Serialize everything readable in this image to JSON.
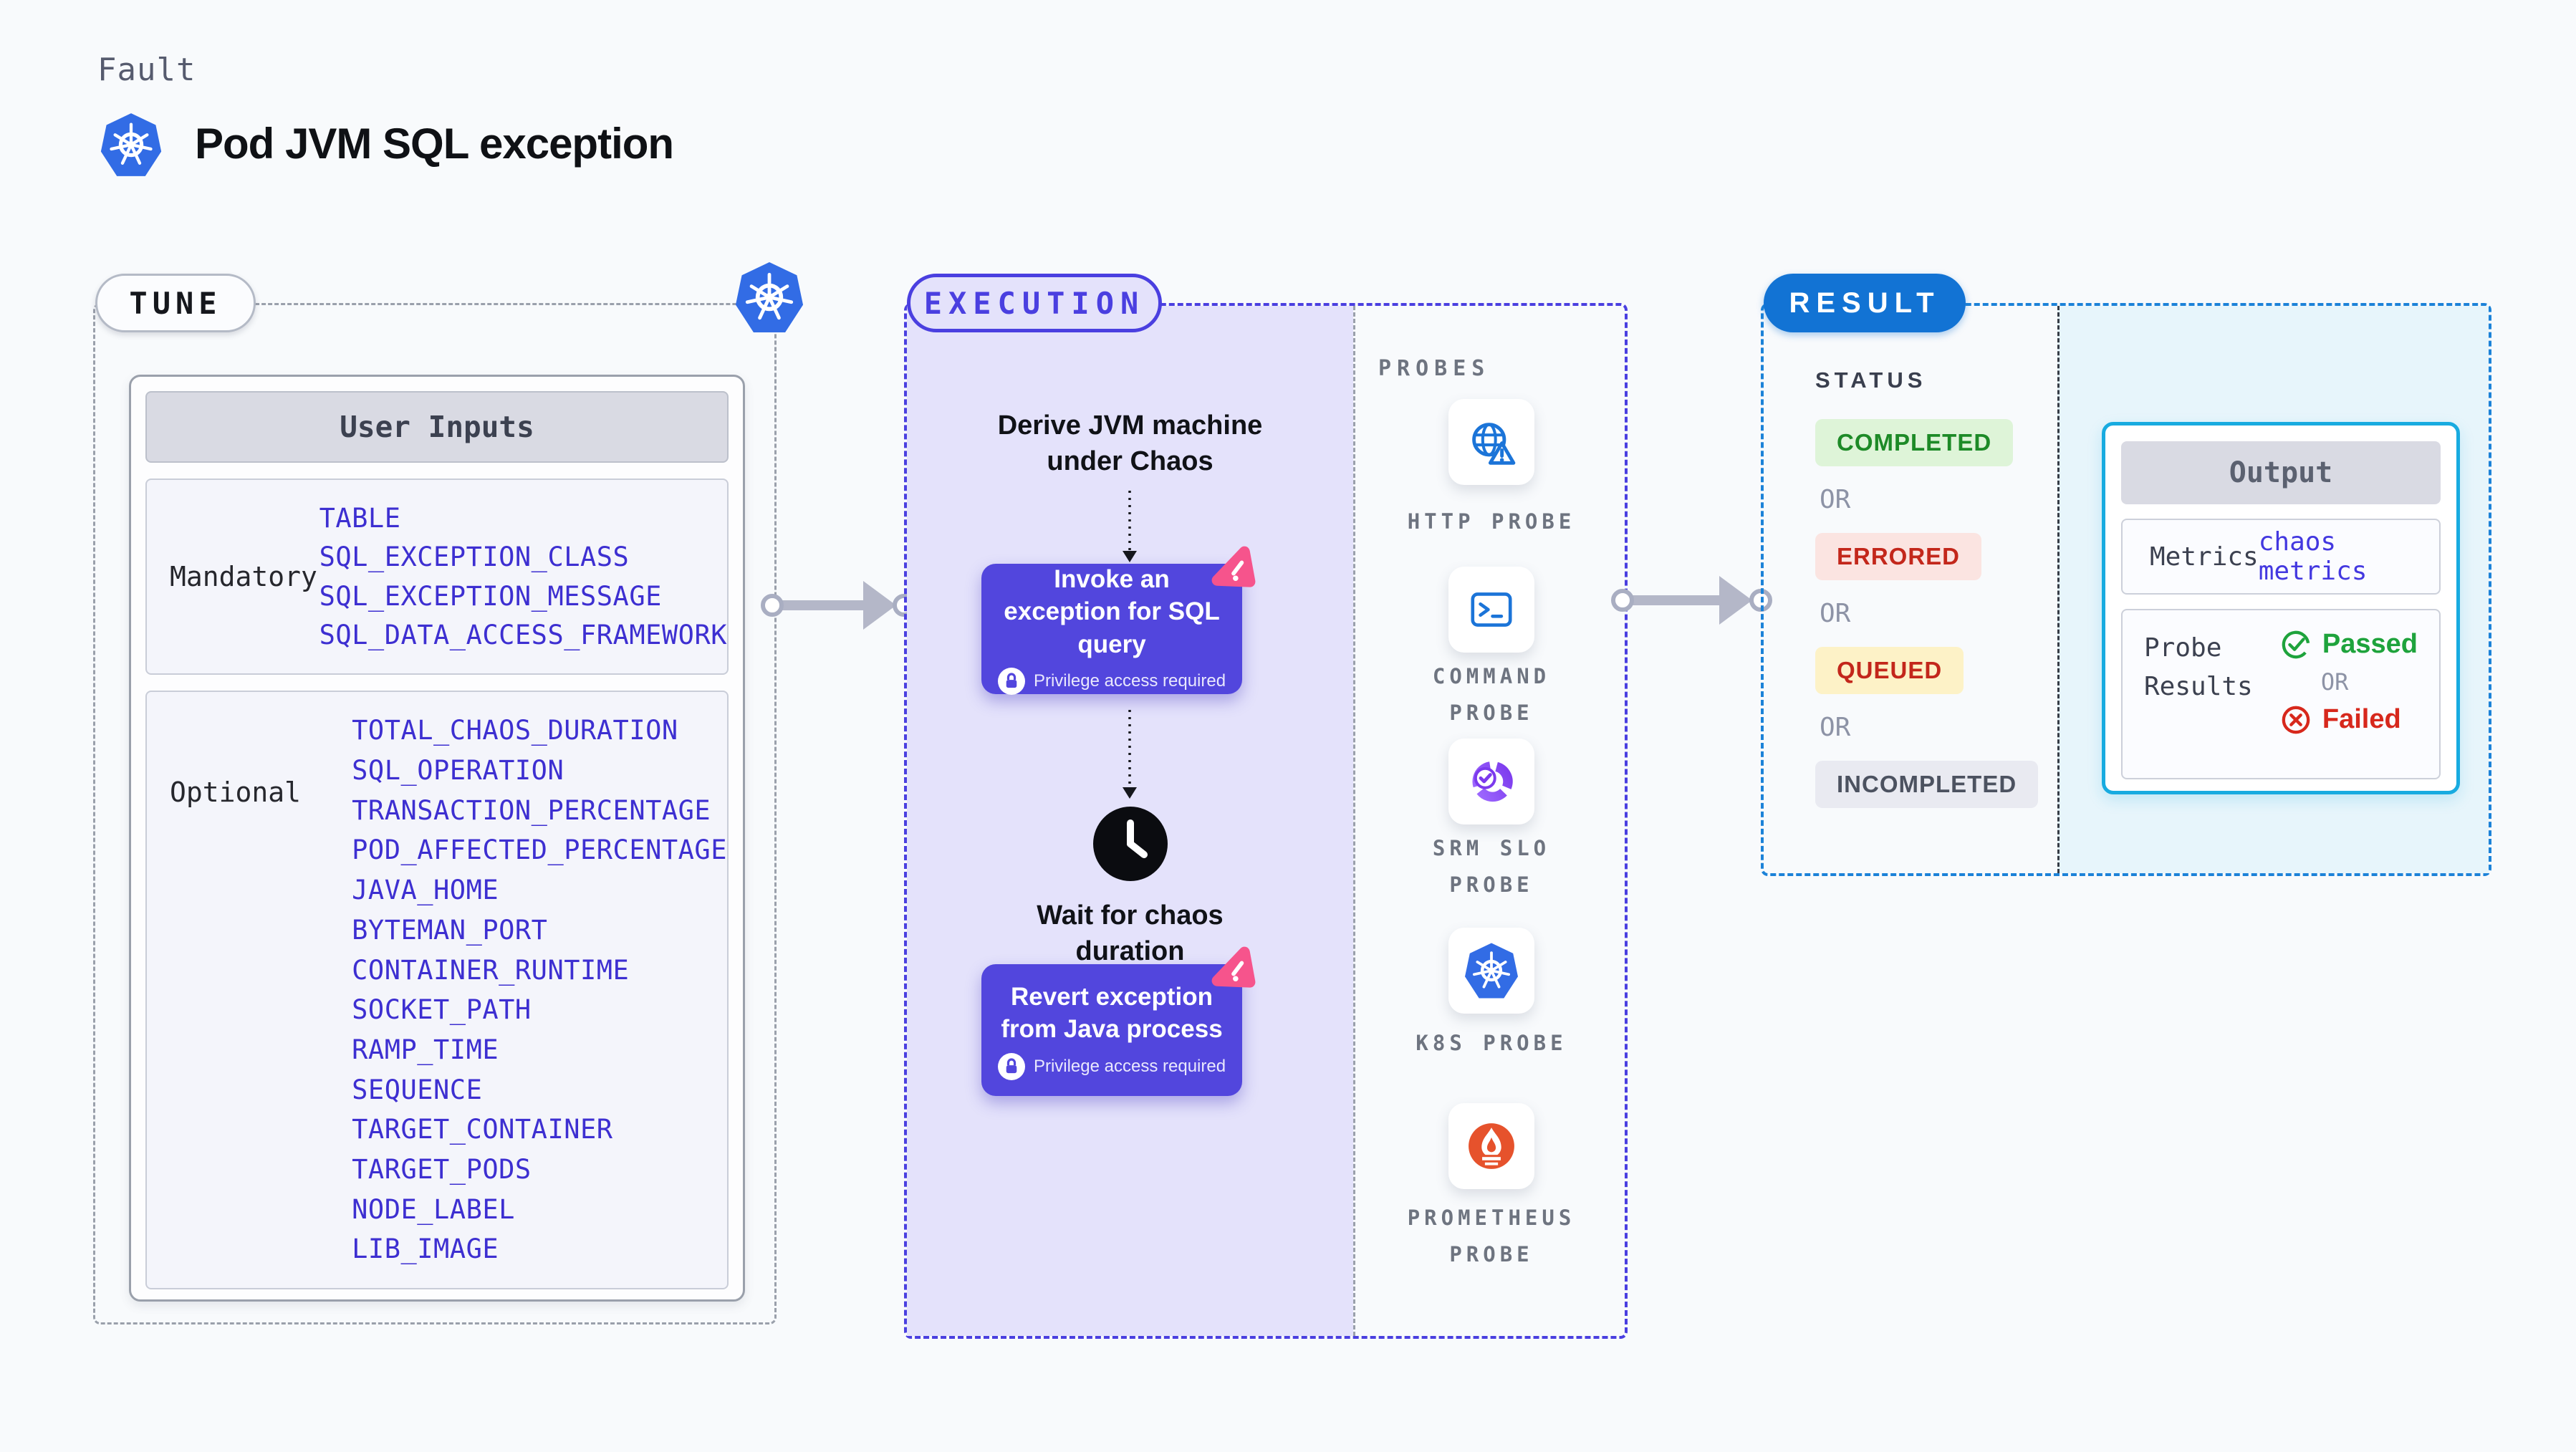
{
  "page": {
    "eyebrow": "Fault",
    "title": "Pod JVM SQL exception"
  },
  "colors": {
    "accent_indigo": "#4a3fe0",
    "execution_fill": "#e4e2fb",
    "button_purple": "#5246dd",
    "litmus_pink": "#f6548c",
    "result_blue": "#1273d4",
    "output_border_cyan": "#18abe0",
    "result_fill": "#e7f5fb",
    "item_blue": "#3d2fd1",
    "green": "#1d8a27",
    "red": "#c3271b"
  },
  "tune": {
    "badge": "TUNE",
    "user_inputs": {
      "title": "User Inputs",
      "mandatory": {
        "label": "Mandatory",
        "items": [
          "TABLE",
          "SQL_EXCEPTION_CLASS",
          "SQL_EXCEPTION_MESSAGE",
          "SQL_DATA_ACCESS_FRAMEWORK"
        ]
      },
      "optional": {
        "label": "Optional",
        "items": [
          "TOTAL_CHAOS_DURATION",
          "SQL_OPERATION",
          "TRANSACTION_PERCENTAGE",
          "POD_AFFECTED_PERCENTAGE",
          "JAVA_HOME",
          "BYTEMAN_PORT",
          "CONTAINER_RUNTIME",
          "SOCKET_PATH",
          "RAMP_TIME",
          "SEQUENCE",
          "TARGET_CONTAINER",
          "TARGET_PODS",
          "NODE_LABEL",
          "LIB_IMAGE"
        ]
      }
    }
  },
  "execution": {
    "badge": "EXECUTION",
    "derive_step": "Derive JVM machine under Chaos",
    "invoke_step": "Invoke an exception for SQL query",
    "wait_step": "Wait for chaos duration",
    "revert_step": "Revert exception from Java process",
    "privilege_note": "Privilege access required"
  },
  "probes": {
    "header": "PROBES",
    "items": [
      {
        "label": "HTTP PROBE",
        "icon": "globe-alert-icon"
      },
      {
        "label": "COMMAND PROBE",
        "icon": "terminal-icon"
      },
      {
        "label": "SRM SLO PROBE",
        "icon": "slo-pie-icon"
      },
      {
        "label": "K8S PROBE",
        "icon": "kubernetes-icon"
      },
      {
        "label": "PROMETHEUS PROBE",
        "icon": "prometheus-icon"
      }
    ]
  },
  "result": {
    "badge": "RESULT",
    "status_label": "STATUS",
    "or_label": "OR",
    "statuses": [
      {
        "label": "COMPLETED",
        "type": "completed"
      },
      {
        "label": "ERRORED",
        "type": "errored"
      },
      {
        "label": "QUEUED",
        "type": "queued"
      },
      {
        "label": "INCOMPLETED",
        "type": "incompleted"
      }
    ],
    "output": {
      "title": "Output",
      "metrics_label": "Metrics",
      "metrics_value": "chaos metrics",
      "probe_results_label": "Probe Results",
      "passed_label": "Passed",
      "failed_label": "Failed"
    }
  }
}
